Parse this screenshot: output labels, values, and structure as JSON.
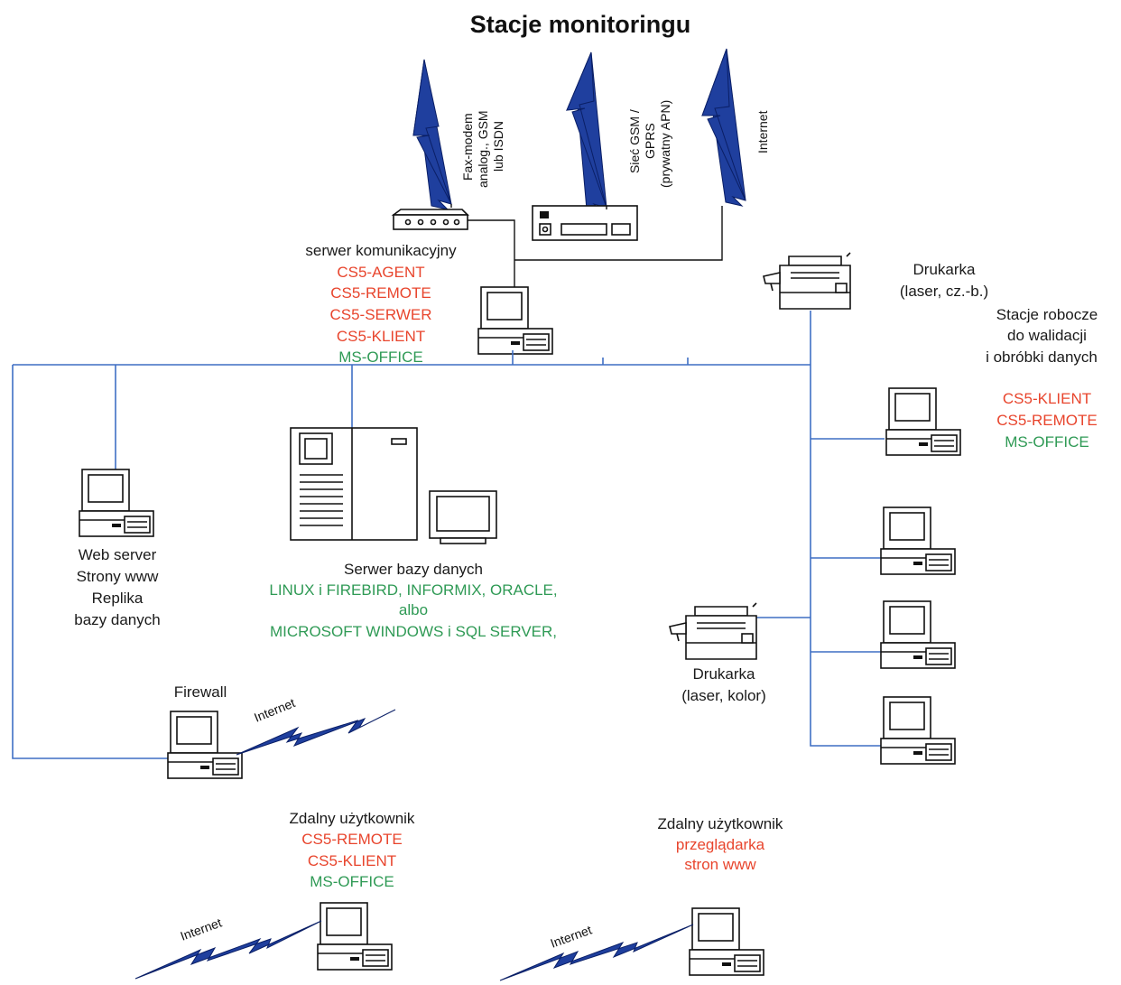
{
  "title": "Stacje monitoringu",
  "uplinks": {
    "fax": [
      "Fax-modem",
      "analog., GSM",
      "lub ISDN"
    ],
    "gsm": [
      "Sieć GSM /",
      "GPRS",
      "(prywatny APN)"
    ],
    "internet": [
      "Internet"
    ]
  },
  "comm_server": {
    "label": "serwer komunikacyjny",
    "modules": [
      {
        "text": "CS5-AGENT",
        "color": "red"
      },
      {
        "text": "CS5-REMOTE",
        "color": "red"
      },
      {
        "text": "CS5-SERWER",
        "color": "red"
      },
      {
        "text": "CS5-KLIENT",
        "color": "red"
      },
      {
        "text": "MS-OFFICE",
        "color": "green"
      }
    ]
  },
  "printer_bw": {
    "line1": "Drukarka",
    "line2": "(laser, cz.-b.)"
  },
  "workstations": {
    "label": [
      "Stacje robocze",
      "do walidacji",
      "i obróbki danych"
    ],
    "modules": [
      {
        "text": "CS5-KLIENT",
        "color": "red"
      },
      {
        "text": "CS5-REMOTE",
        "color": "red"
      },
      {
        "text": "MS-OFFICE",
        "color": "green"
      }
    ]
  },
  "web_server": {
    "lines": [
      "Web server",
      "Strony www",
      "Replika",
      "bazy danych"
    ]
  },
  "db_server": {
    "label": "Serwer bazy danych",
    "lines": [
      "LINUX i FIREBIRD, INFORMIX, ORACLE,",
      "albo",
      "MICROSOFT WINDOWS i SQL SERVER,"
    ]
  },
  "printer_color": {
    "line1": "Drukarka",
    "line2": "(laser, kolor)"
  },
  "firewall": {
    "label": "Firewall",
    "link": "Internet"
  },
  "remote_user_1": {
    "label": "Zdalny użytkownik",
    "modules": [
      {
        "text": "CS5-REMOTE",
        "color": "red"
      },
      {
        "text": "CS5-KLIENT",
        "color": "red"
      },
      {
        "text": "MS-OFFICE",
        "color": "green"
      }
    ],
    "link": "Internet"
  },
  "remote_user_2": {
    "label": "Zdalny użytkownik",
    "modules": [
      {
        "text": "przeglądarka",
        "color": "red"
      },
      {
        "text": "stron www",
        "color": "red"
      }
    ],
    "link": "Internet"
  },
  "colors": {
    "red": "#e8452d",
    "green": "#2f9a55",
    "network": "#3f6fc4",
    "bolt": "#1f3f9e"
  },
  "icons": [
    "lightning-bolt-icon",
    "modem-icon",
    "gprs-router-icon",
    "computer-icon",
    "laser-printer-icon",
    "server-tower-icon",
    "monitor-icon"
  ]
}
